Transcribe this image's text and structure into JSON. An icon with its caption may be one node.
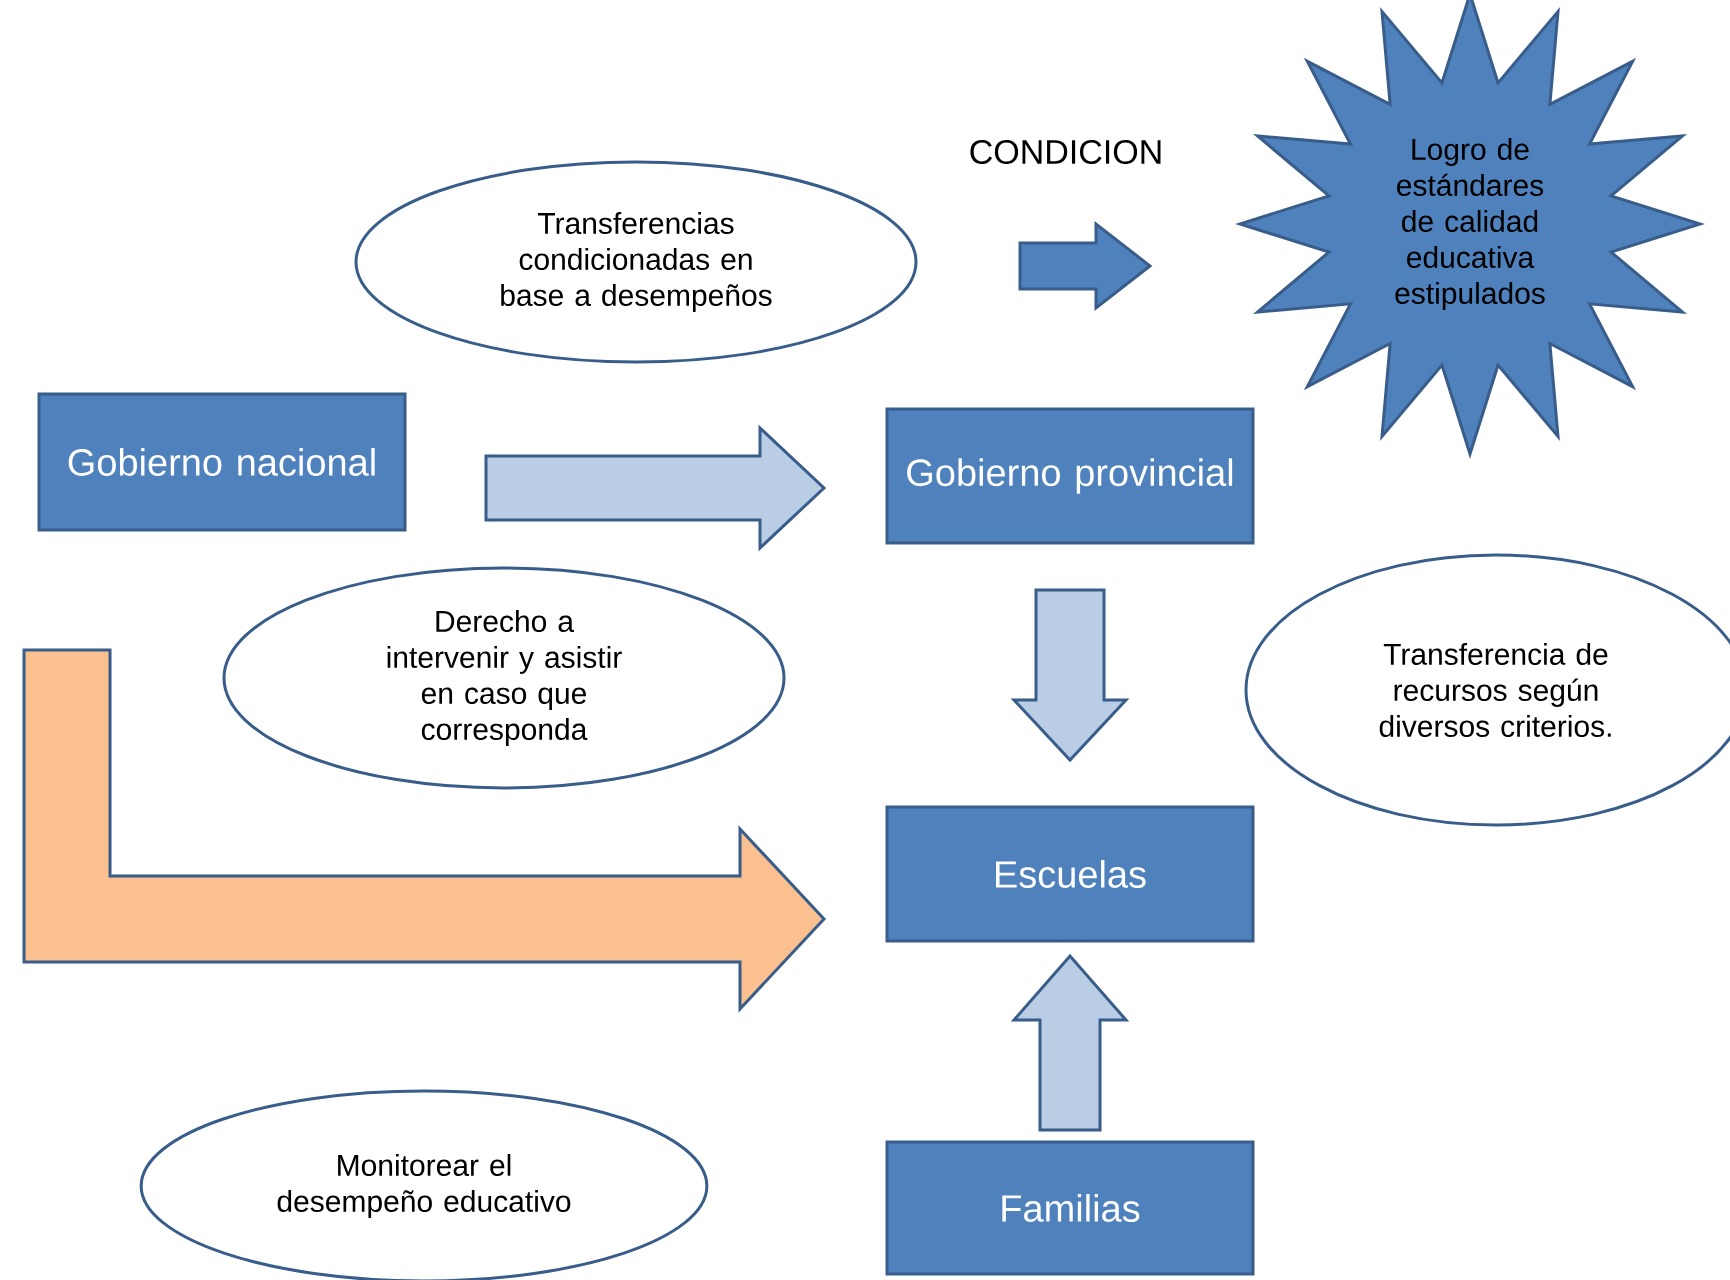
{
  "diagram": {
    "nodes": [
      {
        "text": [
          "Transferencias condicionadas en base a desempeños"
        ]
      },
      {
        "text": [
          "Logro de estándares de calidad educativa estipulados"
        ]
      },
      {
        "text": [
          "Gobierno nacional"
        ]
      },
      {
        "text": [
          "Gobierno provincial"
        ]
      },
      {
        "text": [
          "Derecho a intervenir y asistir en caso que corresponda"
        ]
      },
      {
        "text": [
          "Transferencia de recursos según diversos criterios."
        ]
      },
      {
        "text": [
          "Escuelas"
        ]
      },
      {
        "text": [
          "Monitorear el desempeño educativo"
        ]
      },
      {
        "text": [
          "Familias"
        ]
      }
    ],
    "edges": [
      {
        "from": 0,
        "to": 1,
        "arrow": "to",
        "label": "CONDICION",
        "color": "#4f81bd"
      },
      {
        "from": 2,
        "to": 3,
        "arrow": "to"
      },
      {
        "from": 3,
        "to": 6,
        "arrow": "to"
      },
      {
        "from": 2,
        "to": 6,
        "arrow": "to",
        "color": "#fac090"
      },
      {
        "from": 8,
        "to": 6,
        "arrow": "to"
      }
    ]
  }
}
